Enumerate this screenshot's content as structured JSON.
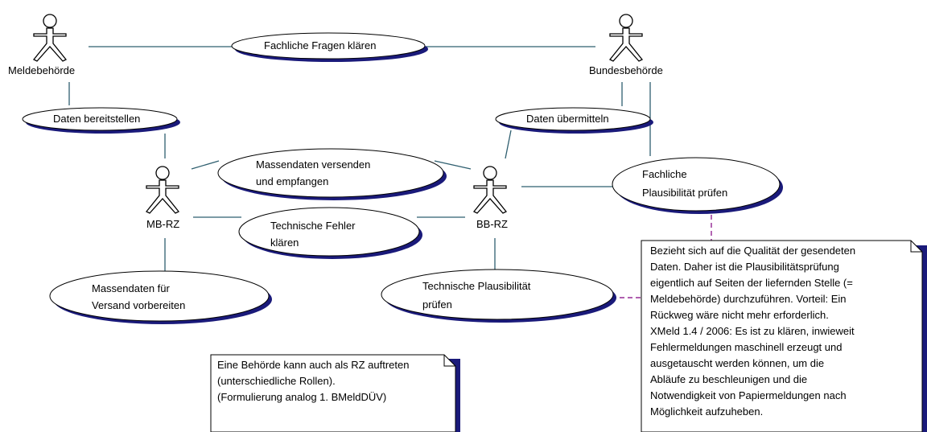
{
  "actors": {
    "meldebehoerde": "Meldebehörde",
    "bundesbehoerde": "Bundesbehörde",
    "mb_rz": "MB-RZ",
    "bb_rz": "BB-RZ"
  },
  "usecases": {
    "fachliche_fragen": "Fachliche Fragen klären",
    "daten_bereitstellen": "Daten bereitstellen",
    "daten_uebermitteln": "Daten übermitteln",
    "massendaten_versenden_1": "Massendaten versenden",
    "massendaten_versenden_2": "und empfangen",
    "fachliche_plaus_1": "Fachliche",
    "fachliche_plaus_2": "Plausibilität prüfen",
    "technische_fehler_1": "Technische Fehler",
    "technische_fehler_2": "klären",
    "massendaten_vorbereiten_1": "Massendaten für",
    "massendaten_vorbereiten_2": "Versand vorbereiten",
    "technische_plaus_1": "Technische Plausibilität",
    "technische_plaus_2": "prüfen"
  },
  "notes": {
    "rolle": [
      "Eine Behörde kann auch als RZ auftreten",
      "(unterschiedliche Rollen).",
      "(Formulierung analog 1. BMeldDÜV)"
    ],
    "plausibilitaet": [
      "Bezieht sich auf die Qualität der gesendeten",
      "Daten. Daher ist die Plausibilitätsprüfung",
      "eigentlich auf Seiten der liefernden Stelle (=",
      "Meldebehörde) durchzuführen. Vorteil: Ein",
      "Rückweg wäre nicht mehr erforderlich.",
      "XMeld 1.4 / 2006: Es ist zu klären, inwieweit",
      "Fehlermeldungen maschinell erzeugt und",
      "ausgetauscht werden können, um die",
      "Abläufe zu beschleunigen und die",
      "Notwendigkeit von Papiermeldungen nach",
      "Möglichkeit aufzuheben."
    ]
  },
  "colors": {
    "line": "#2f5f6f",
    "ellipse_shadow": "#1a1a7a",
    "note_shadow": "#1a1a7a",
    "dashed": "#800080"
  }
}
